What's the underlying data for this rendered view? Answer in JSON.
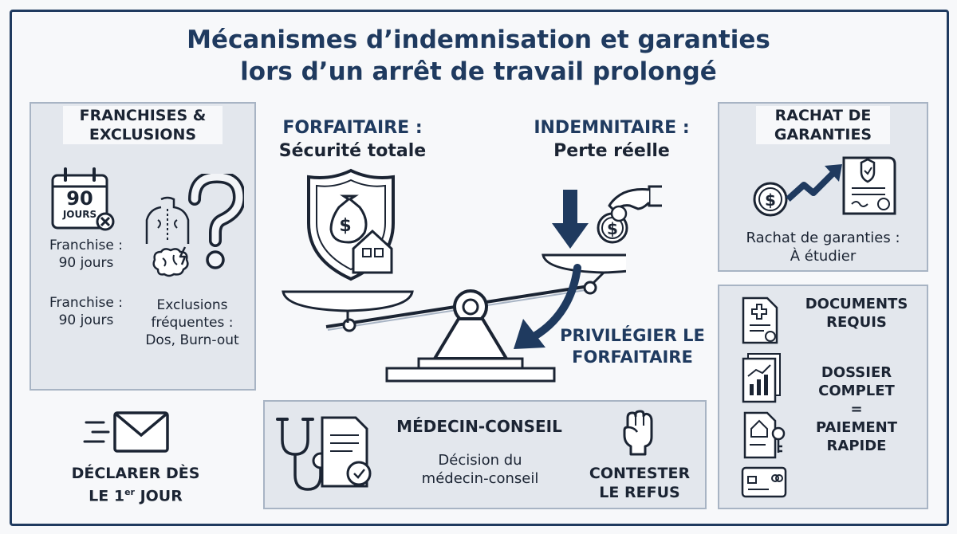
{
  "title": {
    "line1": "Mécanismes d’indemnisation et garanties",
    "line2": "lors d’un arrêt de travail prolongé"
  },
  "franchises": {
    "title_line1": "FRANCHISES &",
    "title_line2": "EXCLUSIONS",
    "calendar_number": "90",
    "calendar_unit": "JOURS",
    "item1_line1": "Franchise :",
    "item1_line2": "90 jours",
    "item2_line1": "Franchise :",
    "item2_line2": "90 jours",
    "exclusions_line1": "Exclusions",
    "exclusions_line2": "fréquentes :",
    "exclusions_line3": "Dos, Burn-out"
  },
  "forfaitaire": {
    "label": "FORFAITAIRE :",
    "sub": "Sécurité totale"
  },
  "indemnitaire": {
    "label": "INDEMNITAIRE :",
    "sub": "Perte réelle"
  },
  "recommend": {
    "line1": "PRIVILÉGIER LE",
    "line2": "FORFAITAIRE"
  },
  "rachat": {
    "title_line1": "RACHAT DE",
    "title_line2": "GARANTIES",
    "text_line1": "Rachat de garanties :",
    "text_line2": "À étudier"
  },
  "documents": {
    "title_line1": "DOCUMENTS",
    "title_line2": "REQUIS",
    "eq_line1": "DOSSIER",
    "eq_line2": "COMPLET",
    "eq_line3": "=",
    "eq_line4": "PAIEMENT",
    "eq_line5": "RAPIDE"
  },
  "declarer": {
    "line1": "DÉCLARER DÈS",
    "line2_prefix": "LE 1",
    "line2_sup": "er",
    "line2_suffix": " JOUR"
  },
  "medecin": {
    "title": "MÉDECIN-CONSEIL",
    "text_line1": "Décision du",
    "text_line2": "médecin-conseil",
    "contest_line1": "CONTESTER",
    "contest_line2": "LE REFUS"
  },
  "colors": {
    "navy": "#1f3a5f",
    "panel": "#e3e7ed",
    "panel_border": "#a8b4c4",
    "text": "#1b2433"
  },
  "icons": [
    "calendar-icon",
    "back-pain-icon",
    "brain-lightning-icon",
    "question-mark-icon",
    "shield-money-house-icon",
    "down-arrow-icon",
    "hand-coin-icon",
    "balance-scale-icon",
    "curved-arrow-icon",
    "coin-growth-arrow-icon",
    "certificate-icon",
    "medical-document-icon",
    "chart-documents-icon",
    "house-key-document-icon",
    "credit-card-icon",
    "envelope-icon",
    "stethoscope-icon",
    "certificate-seal-icon",
    "raised-fist-icon"
  ]
}
